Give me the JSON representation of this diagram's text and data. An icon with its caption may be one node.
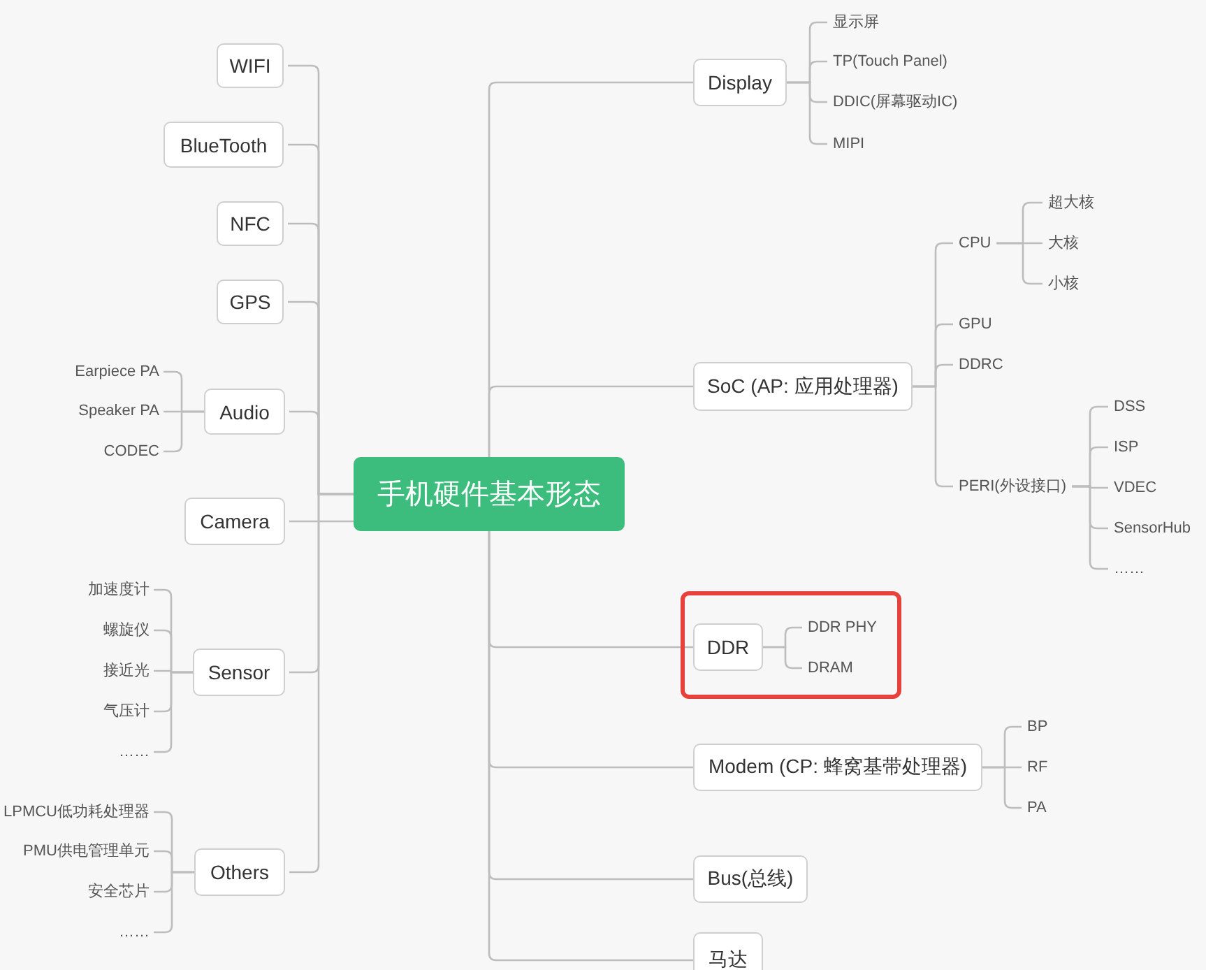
{
  "diagram": {
    "nodes": [
      {
        "text": [
          "手机硬件基本形态"
        ]
      },
      {
        "text": [
          "WIFI"
        ]
      },
      {
        "text": [
          "BlueTooth"
        ]
      },
      {
        "text": [
          "NFC"
        ]
      },
      {
        "text": [
          "GPS"
        ]
      },
      {
        "text": [
          "Audio"
        ]
      },
      {
        "text": [
          "Earpiece PA"
        ]
      },
      {
        "text": [
          "Speaker PA"
        ]
      },
      {
        "text": [
          "CODEC"
        ]
      },
      {
        "text": [
          "Camera"
        ]
      },
      {
        "text": [
          "Sensor"
        ]
      },
      {
        "text": [
          "加速度计"
        ]
      },
      {
        "text": [
          "螺旋仪"
        ]
      },
      {
        "text": [
          "接近光"
        ]
      },
      {
        "text": [
          "气压计"
        ]
      },
      {
        "text": [
          "……"
        ]
      },
      {
        "text": [
          "Others"
        ]
      },
      {
        "text": [
          "LPMCU低功耗处理器"
        ]
      },
      {
        "text": [
          "PMU供电管理单元"
        ]
      },
      {
        "text": [
          "安全芯片"
        ]
      },
      {
        "text": [
          "……"
        ]
      },
      {
        "text": [
          "Display"
        ]
      },
      {
        "text": [
          "显示屏"
        ]
      },
      {
        "text": [
          "TP(Touch Panel)"
        ]
      },
      {
        "text": [
          "DDIC(屏幕驱动IC)"
        ]
      },
      {
        "text": [
          "MIPI"
        ]
      },
      {
        "text": [
          "SoC (AP: 应用处理器)"
        ]
      },
      {
        "text": [
          "CPU"
        ]
      },
      {
        "text": [
          "超大核"
        ]
      },
      {
        "text": [
          "大核"
        ]
      },
      {
        "text": [
          "小核"
        ]
      },
      {
        "text": [
          "GPU"
        ]
      },
      {
        "text": [
          "DDRC"
        ]
      },
      {
        "text": [
          "PERI(外设接口)"
        ]
      },
      {
        "text": [
          "DSS"
        ]
      },
      {
        "text": [
          "ISP"
        ]
      },
      {
        "text": [
          "VDEC"
        ]
      },
      {
        "text": [
          "SensorHub"
        ]
      },
      {
        "text": [
          "……"
        ]
      },
      {
        "text": [
          "DDR"
        ]
      },
      {
        "text": [
          "DDR PHY"
        ]
      },
      {
        "text": [
          "DRAM"
        ]
      },
      {
        "text": [
          "Modem (CP: 蜂窝基带处理器)"
        ]
      },
      {
        "text": [
          "BP"
        ]
      },
      {
        "text": [
          "RF"
        ]
      },
      {
        "text": [
          "PA"
        ]
      },
      {
        "text": [
          "Bus(总线)"
        ]
      },
      {
        "text": [
          "马达"
        ]
      }
    ],
    "edges": [
      {
        "from": 0,
        "to": 1,
        "arrow": "none"
      },
      {
        "from": 0,
        "to": 2,
        "arrow": "none"
      },
      {
        "from": 0,
        "to": 3,
        "arrow": "none"
      },
      {
        "from": 0,
        "to": 4,
        "arrow": "none"
      },
      {
        "from": 0,
        "to": 5,
        "arrow": "none"
      },
      {
        "from": 5,
        "to": 6,
        "arrow": "none"
      },
      {
        "from": 5,
        "to": 7,
        "arrow": "none"
      },
      {
        "from": 5,
        "to": 8,
        "arrow": "none"
      },
      {
        "from": 0,
        "to": 9,
        "arrow": "none"
      },
      {
        "from": 0,
        "to": 10,
        "arrow": "none"
      },
      {
        "from": 10,
        "to": 11,
        "arrow": "none"
      },
      {
        "from": 10,
        "to": 12,
        "arrow": "none"
      },
      {
        "from": 10,
        "to": 13,
        "arrow": "none"
      },
      {
        "from": 10,
        "to": 14,
        "arrow": "none"
      },
      {
        "from": 10,
        "to": 15,
        "arrow": "none"
      },
      {
        "from": 0,
        "to": 16,
        "arrow": "none"
      },
      {
        "from": 16,
        "to": 17,
        "arrow": "none"
      },
      {
        "from": 16,
        "to": 18,
        "arrow": "none"
      },
      {
        "from": 16,
        "to": 19,
        "arrow": "none"
      },
      {
        "from": 16,
        "to": 20,
        "arrow": "none"
      },
      {
        "from": 0,
        "to": 21,
        "arrow": "none"
      },
      {
        "from": 21,
        "to": 22,
        "arrow": "none"
      },
      {
        "from": 21,
        "to": 23,
        "arrow": "none"
      },
      {
        "from": 21,
        "to": 24,
        "arrow": "none"
      },
      {
        "from": 21,
        "to": 25,
        "arrow": "none"
      },
      {
        "from": 0,
        "to": 26,
        "arrow": "none"
      },
      {
        "from": 26,
        "to": 27,
        "arrow": "none"
      },
      {
        "from": 27,
        "to": 28,
        "arrow": "none"
      },
      {
        "from": 27,
        "to": 29,
        "arrow": "none"
      },
      {
        "from": 27,
        "to": 30,
        "arrow": "none"
      },
      {
        "from": 26,
        "to": 31,
        "arrow": "none"
      },
      {
        "from": 26,
        "to": 32,
        "arrow": "none"
      },
      {
        "from": 26,
        "to": 33,
        "arrow": "none"
      },
      {
        "from": 33,
        "to": 34,
        "arrow": "none"
      },
      {
        "from": 33,
        "to": 35,
        "arrow": "none"
      },
      {
        "from": 33,
        "to": 36,
        "arrow": "none"
      },
      {
        "from": 33,
        "to": 37,
        "arrow": "none"
      },
      {
        "from": 33,
        "to": 38,
        "arrow": "none"
      },
      {
        "from": 0,
        "to": 39,
        "arrow": "none"
      },
      {
        "from": 39,
        "to": 40,
        "arrow": "none"
      },
      {
        "from": 39,
        "to": 41,
        "arrow": "none"
      },
      {
        "from": 0,
        "to": 42,
        "arrow": "none"
      },
      {
        "from": 42,
        "to": 43,
        "arrow": "none"
      },
      {
        "from": 42,
        "to": 44,
        "arrow": "none"
      },
      {
        "from": 42,
        "to": 45,
        "arrow": "none"
      },
      {
        "from": 0,
        "to": 46,
        "arrow": "none"
      },
      {
        "from": 0,
        "to": 47,
        "arrow": "none"
      }
    ]
  }
}
